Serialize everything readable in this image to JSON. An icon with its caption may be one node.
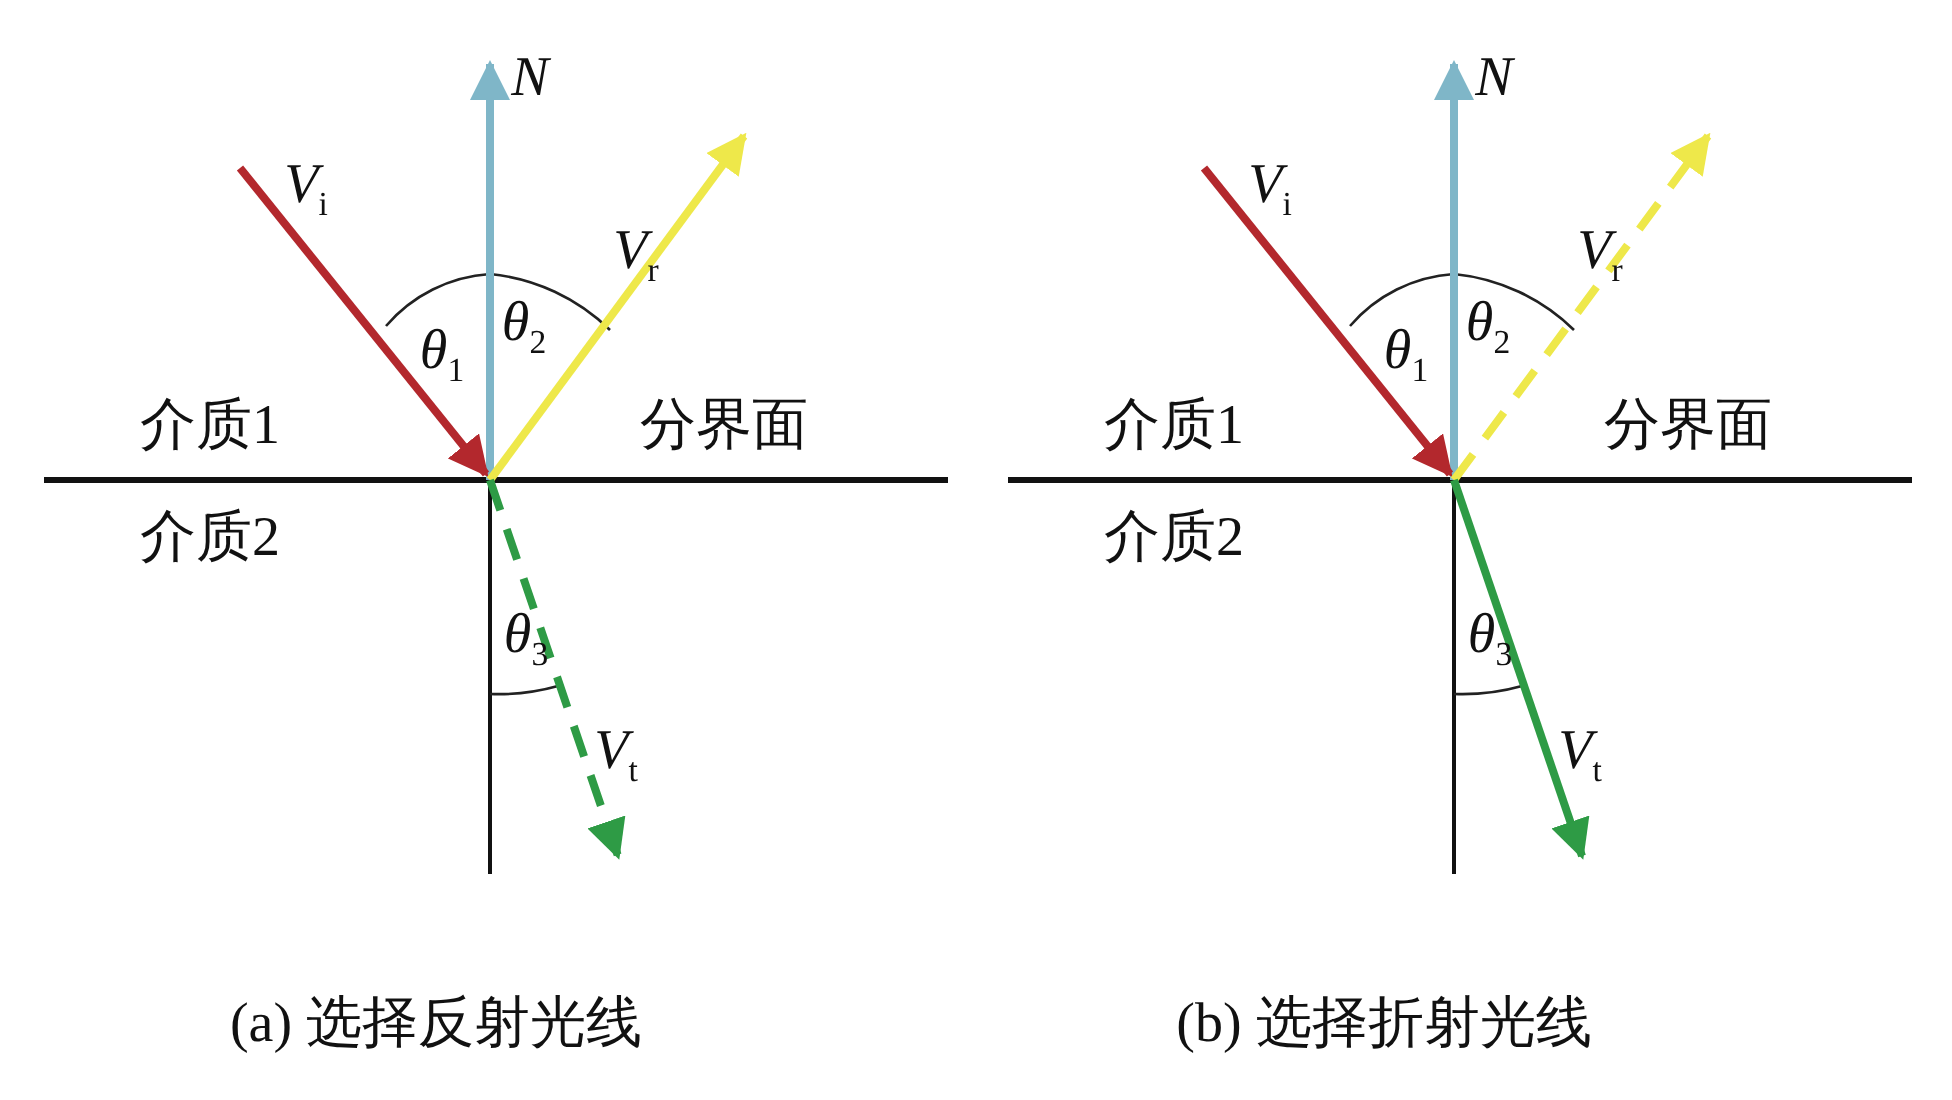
{
  "diagram": {
    "labels": [
      "N",
      "*V*$_{i}$",
      "*V*$_{r}$",
      "*θ*$_{1}$",
      "*θ*$_{2}$",
      "介质1",
      "分界面",
      "介质2",
      "*θ*$_{3}$",
      "*V*$_{t}$",
      "N",
      "*V*$_{i}$",
      "*V*$_{r}$",
      "*θ*$_{1}$",
      "*θ*$_{2}$",
      "介质1",
      "分界面",
      "介质2",
      "*θ*$_{3}$",
      "*V*$_{t}$",
      "(a)  选择反射光线",
      "(b)  选择折射光线"
    ]
  }
}
